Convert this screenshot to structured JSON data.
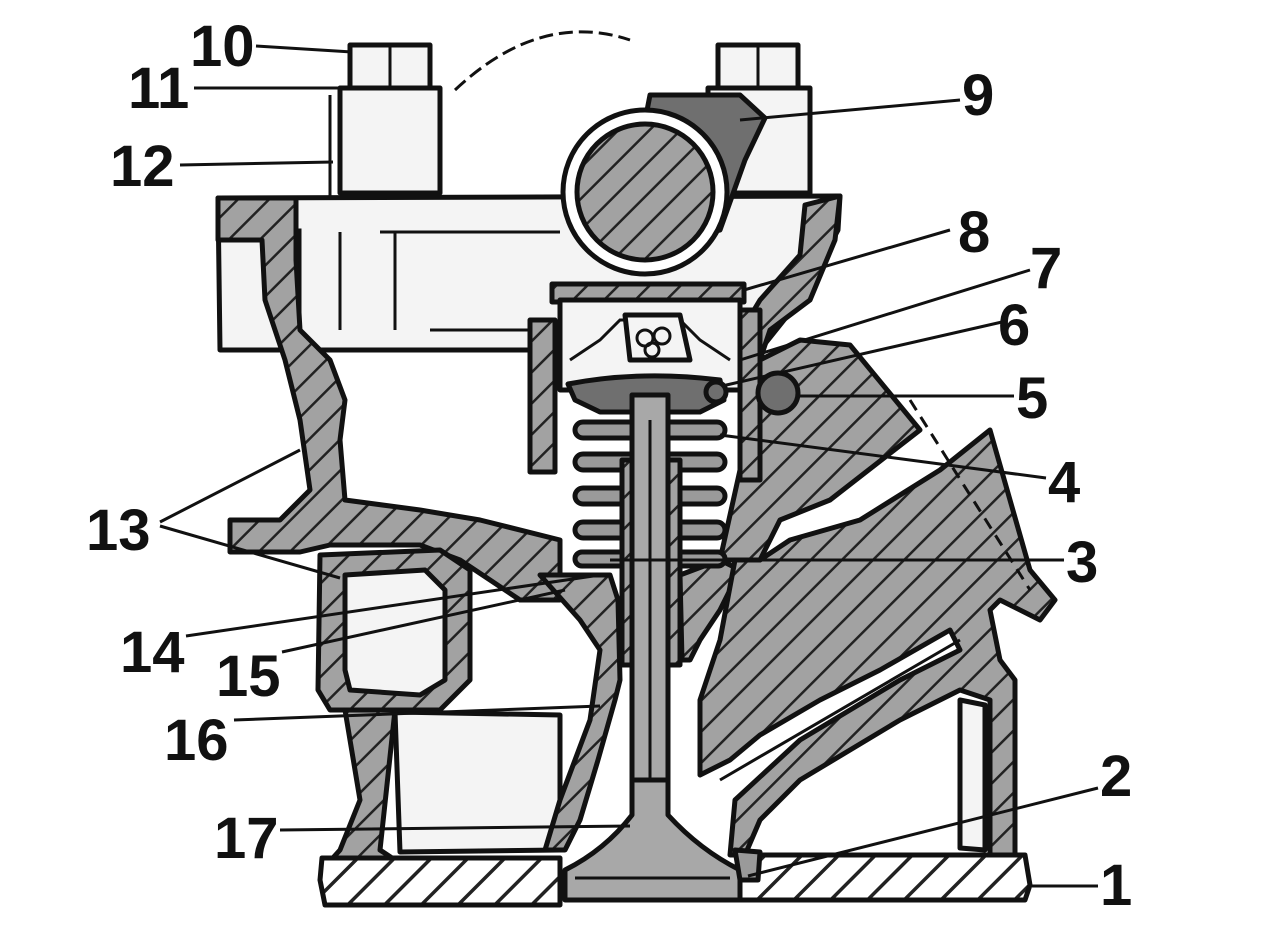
{
  "callouts": [
    {
      "id": "1",
      "label": "1"
    },
    {
      "id": "2",
      "label": "2"
    },
    {
      "id": "3",
      "label": "3"
    },
    {
      "id": "4",
      "label": "4"
    },
    {
      "id": "5",
      "label": "5"
    },
    {
      "id": "6",
      "label": "6"
    },
    {
      "id": "7",
      "label": "7"
    },
    {
      "id": "8",
      "label": "8"
    },
    {
      "id": "9",
      "label": "9"
    },
    {
      "id": "10",
      "label": "10"
    },
    {
      "id": "11",
      "label": "11"
    },
    {
      "id": "12",
      "label": "12"
    },
    {
      "id": "13",
      "label": "13"
    },
    {
      "id": "14",
      "label": "14"
    },
    {
      "id": "15",
      "label": "15"
    },
    {
      "id": "16",
      "label": "16"
    },
    {
      "id": "17",
      "label": "17"
    }
  ],
  "colors": {
    "ink": "#111111",
    "section_fill": "#9a9a9a",
    "cam_lobe": "#6f6f6f",
    "background": "#ffffff"
  }
}
